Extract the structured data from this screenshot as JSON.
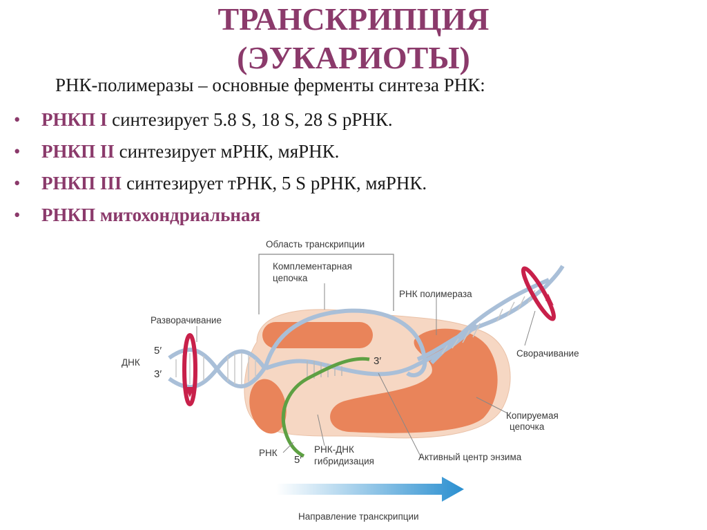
{
  "title": {
    "line1": "ТРАНСКРИПЦИЯ",
    "line2": "(ЭУКАРИОТЫ)"
  },
  "intro": "РНК-полимеразы – основные ферменты синтеза РНК:",
  "bullets": [
    {
      "enzyme": "РНКП I",
      "text": " синтезирует 5.8 S, 18 S, 28 S рРНК."
    },
    {
      "enzyme": "РНКП II",
      "text": " синтезирует мРНК, мяРНК."
    },
    {
      "enzyme": "РНКП III",
      "text": " синтезирует тРНК, 5 S рРНК, мяРНК."
    },
    {
      "enzyme": "РНКП митохондриальная",
      "text": ""
    }
  ],
  "bullet_symbol": "•",
  "diagram": {
    "transcription_region": "Область транскрипции",
    "complementary_1": "Комплементарная",
    "complementary_2": "цепочка",
    "polymerase": "РНК полимераза",
    "unwinding": "Разворачивание",
    "rewinding": "Сворачивание",
    "dna": "ДНК",
    "five_prime": "5′",
    "three_prime": "3′",
    "rna_three_prime": "3′",
    "rna_five_prime": "5′",
    "copied_1": "Копируемая",
    "copied_2": "цепочка",
    "rna": "РНК",
    "hybrid_1": "РНК-ДНК",
    "hybrid_2": "гибридизация",
    "active_center": "Активный центр энзима",
    "direction": "Направление транскрипции"
  },
  "colors": {
    "accent": "#8b3a6b",
    "enzyme_body": "#f6d7c3",
    "enzyme_lobe": "#e9845a",
    "dna_strand": "#a9bfd8",
    "rna_strand": "#5ea043",
    "rotation_arrow": "#c8204a",
    "direction_arrow": "#2a8fd0"
  }
}
